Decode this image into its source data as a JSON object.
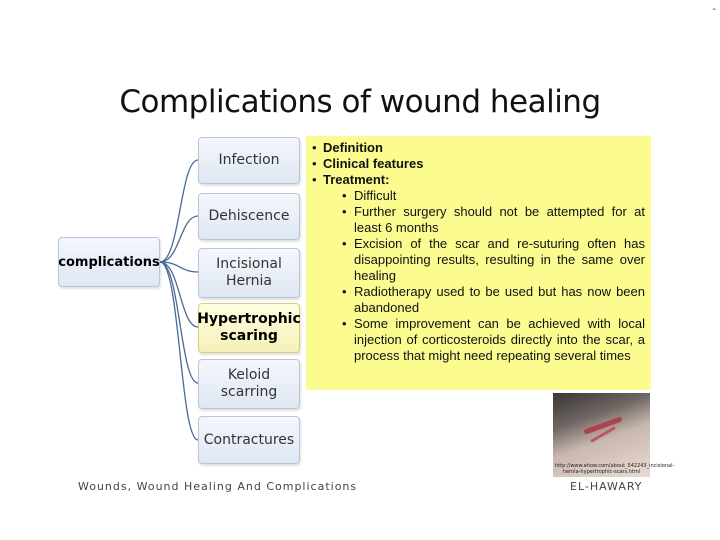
{
  "slide": {
    "title": "Complications of wound healing",
    "corner_mark": "-",
    "root_label": "complications",
    "children": [
      {
        "label": "Infection"
      },
      {
        "label": "Dehiscence"
      },
      {
        "label": "Incisional Hernia"
      },
      {
        "label": "Hypertrophic scaring"
      },
      {
        "label": "Keloid scarring"
      },
      {
        "label": "Contractures"
      }
    ],
    "panel": {
      "definition": "Definition",
      "clinical": "Clinical features",
      "treatment": "Treatment:",
      "treatment_items": [
        "Difficult",
        "Further surgery should not be attempted for at least 6 months",
        "Excision of the scar and re-suturing often has disappointing results, resulting in the same over healing",
        "Radiotherapy used to be used but has now been abandoned",
        "Some improvement can be achieved with local injection of corticosteroids directly into the scar, a process that might need repeating several times"
      ]
    },
    "photo_caption": "http://www.ehow.com/about_542243_incisional-hernia-hypertrophic-scars.html",
    "footer_left": "Wounds, Wound Healing And Complications",
    "footer_right": "EL-HAWARY"
  }
}
